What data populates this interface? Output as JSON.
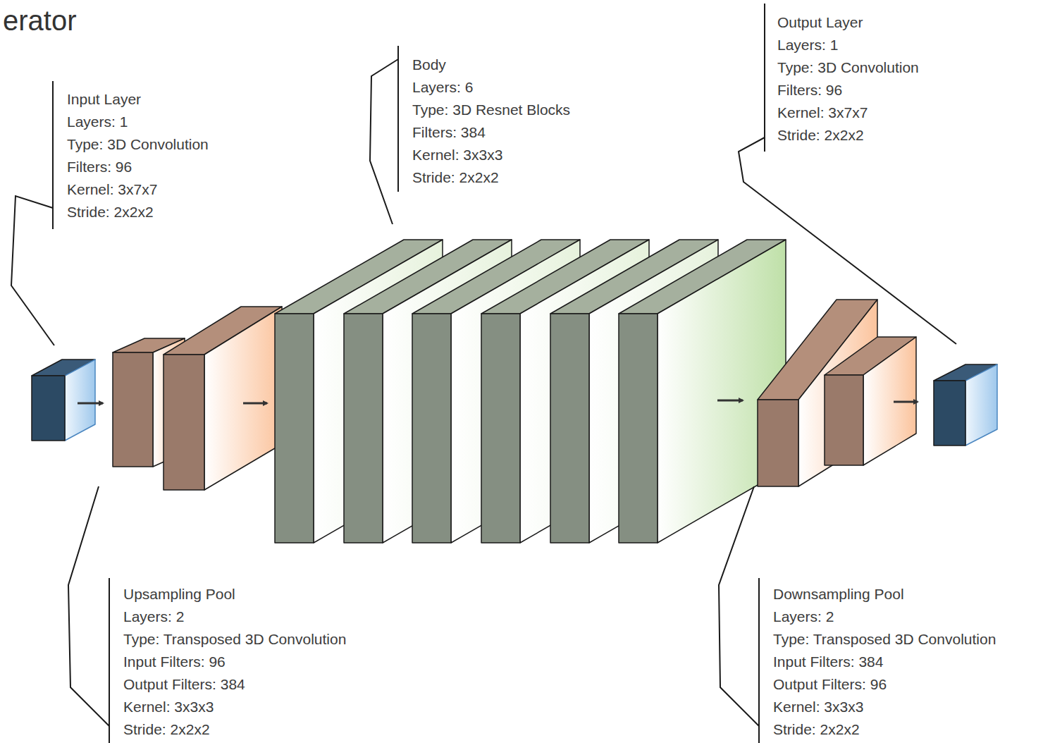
{
  "diagram": {
    "title": "erator",
    "labels": [
      "Input Layer",
      "Layers: 1",
      "Type: 3D Convolution",
      "Filters: 96",
      "Kernel: 3x7x7",
      "Stride: 2x2x2",
      "Body",
      "Layers: 6",
      "Type: 3D Resnet Blocks",
      "Filters: 384",
      "Kernel: 3x3x3",
      "Stride: 2x2x2",
      "Output Layer",
      "Layers: 1",
      "Type: 3D Convolution",
      "Filters: 96",
      "Kernel: 3x7x7",
      "Stride: 2x2x2",
      "Upsampling Pool",
      "Layers: 2",
      "Type: Transposed 3D Convolution",
      "Input Filters: 96",
      "Output Filters: 384",
      "Kernel: 3x3x3",
      "Stride: 2x2x2",
      "Downsampling Pool",
      "Layers: 2",
      "Type: Transposed 3D Convolution",
      "Input Filters: 384",
      "Output Filters: 96",
      "Kernel: 3x3x3",
      "Stride: 2x2x2"
    ]
  }
}
